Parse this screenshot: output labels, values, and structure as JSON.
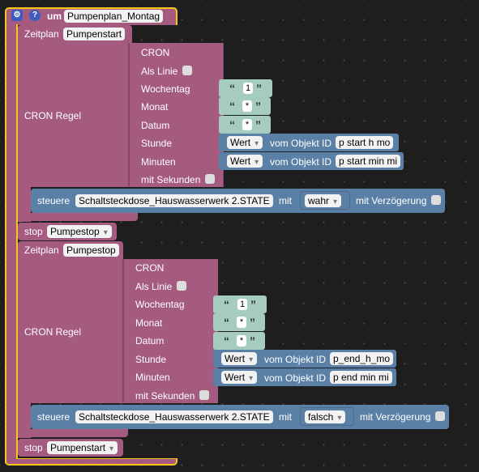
{
  "root": {
    "keyword": "um",
    "name": "Pumpenplan_Montag"
  },
  "blocks": [
    {
      "schedule_label": "Zeitplan",
      "schedule_name": "Pumpenstart",
      "cron_rule_label": "CRON Regel",
      "cron_title": "CRON",
      "as_line_label": "Als Linie",
      "weekday_label": "Wochentag",
      "weekday_value": "1",
      "month_label": "Monat",
      "month_value": "*",
      "date_label": "Datum",
      "date_value": "*",
      "hour_label": "Stunde",
      "hour_mode": "Wert",
      "hour_of_object": "vom Objekt ID",
      "hour_object": "p start h mo",
      "minute_label": "Minuten",
      "minute_mode": "Wert",
      "minute_of_object": "vom Objekt ID",
      "minute_object": "p start min mi",
      "seconds_label": "mit Sekunden",
      "control_label": "steuere",
      "control_device": "Schaltsteckdose_Hauswasserwerk 2.STATE",
      "with_label": "mit",
      "control_value": "wahr",
      "delay_label": "mit Verzögerung",
      "stop_label": "stop",
      "stop_value": "Pumpestop"
    },
    {
      "schedule_label": "Zeitplan",
      "schedule_name": "Pumpestop",
      "cron_rule_label": "CRON Regel",
      "cron_title": "CRON",
      "as_line_label": "Als Linie",
      "weekday_label": "Wochentag",
      "weekday_value": "1",
      "month_label": "Monat",
      "month_value": "*",
      "date_label": "Datum",
      "date_value": "*",
      "hour_label": "Stunde",
      "hour_mode": "Wert",
      "hour_of_object": "vom Objekt ID",
      "hour_object": "p_end_h_mo",
      "minute_label": "Minuten",
      "minute_mode": "Wert",
      "minute_of_object": "vom Objekt ID",
      "minute_object": "p end min mi",
      "seconds_label": "mit Sekunden",
      "control_label": "steuere",
      "control_device": "Schaltsteckdose_Hauswasserwerk 2.STATE",
      "with_label": "mit",
      "control_value": "falsch",
      "delay_label": "mit Verzögerung",
      "stop_label": "stop",
      "stop_value": "Pumpenstart"
    }
  ],
  "colors": {
    "procedure": "#a55b80",
    "logic": "#5b80a5",
    "text": "#a5ccbe",
    "highlight": "#fac51a",
    "workspace": "#1e1e1e"
  },
  "icons": {
    "gear": "gear-icon",
    "help": "help-icon"
  }
}
